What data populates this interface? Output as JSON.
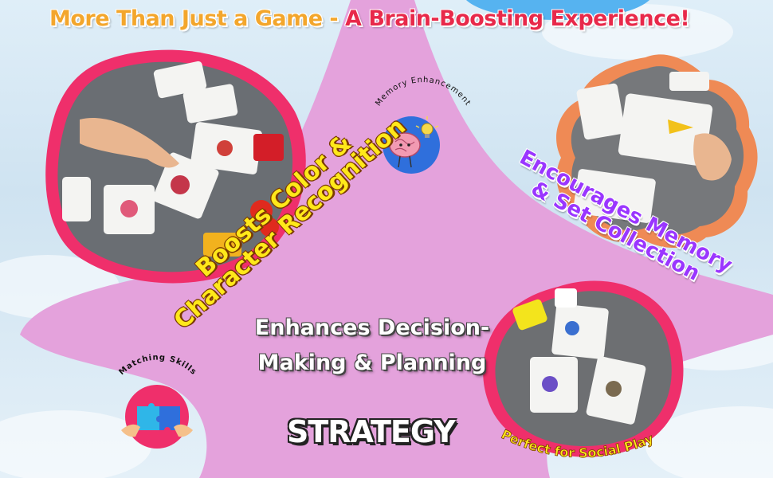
{
  "headline": {
    "part1": "More Than Just a Game - ",
    "part2": "A Brain-Boosting Experience!"
  },
  "badges": {
    "memory": "Memory Enhancement",
    "matching": "Matching Skills"
  },
  "labels": {
    "color_line1": "Boosts Color &",
    "color_line2": "Character Recognition",
    "memory_line1": "Encourages Memory",
    "memory_line2": "& Set Collection",
    "decision_line1": "Enhances Decision-",
    "decision_line2": "Making & Planning",
    "social": "Perfect for Social Play",
    "strategy": "STRATEGY"
  },
  "colors": {
    "star": "#e4a2dc",
    "pink_ring": "#ef2f6b",
    "orange_ring": "#ef8a55",
    "badge_blue": "#2f6fdc",
    "badge_pink": "#ef2f6b",
    "headline_orange": "#f3a62c",
    "headline_red": "#e8294a",
    "purple_text": "#9a36ff",
    "yellow_text": "#ffe81a"
  },
  "icons": {
    "brain": "brain-with-lightbulb-icon",
    "puzzle": "puzzle-hands-icon"
  }
}
